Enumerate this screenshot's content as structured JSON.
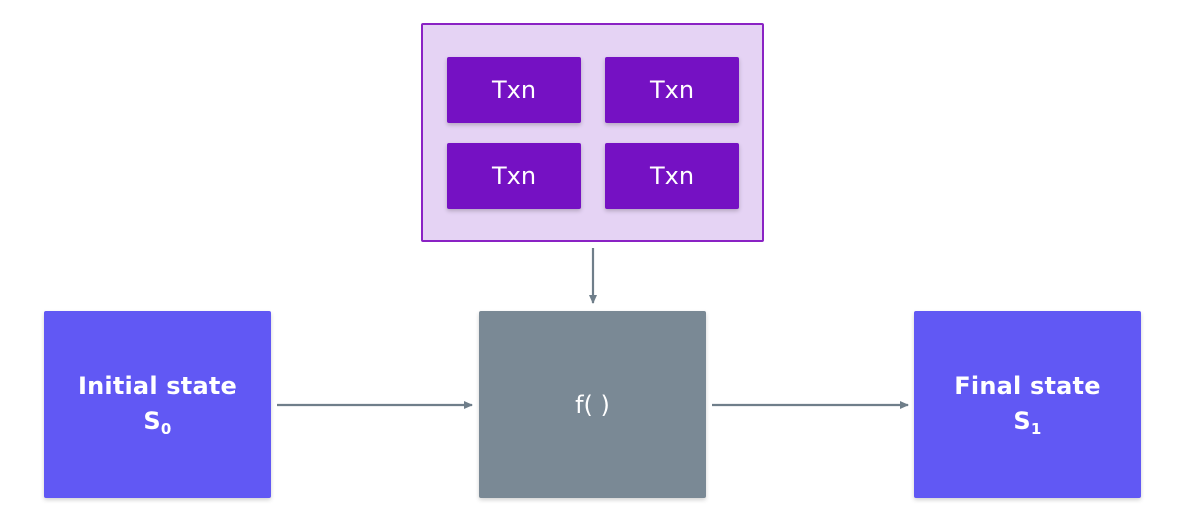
{
  "diagram": {
    "initial_state": {
      "line1": "Initial state",
      "base": "S",
      "sub": "0"
    },
    "function": {
      "label": "f( )"
    },
    "final_state": {
      "line1": "Final state",
      "base": "S",
      "sub": "1"
    },
    "transactions": [
      {
        "label": "Txn"
      },
      {
        "label": "Txn"
      },
      {
        "label": "Txn"
      },
      {
        "label": "Txn"
      }
    ]
  },
  "colors": {
    "state_box": "#6158f4",
    "function_box": "#7a8995",
    "txn_box": "#7511c3",
    "txn_container_fill": "#e5d3f4",
    "txn_container_border": "#8a22c4",
    "arrow": "#6f7e8a"
  }
}
